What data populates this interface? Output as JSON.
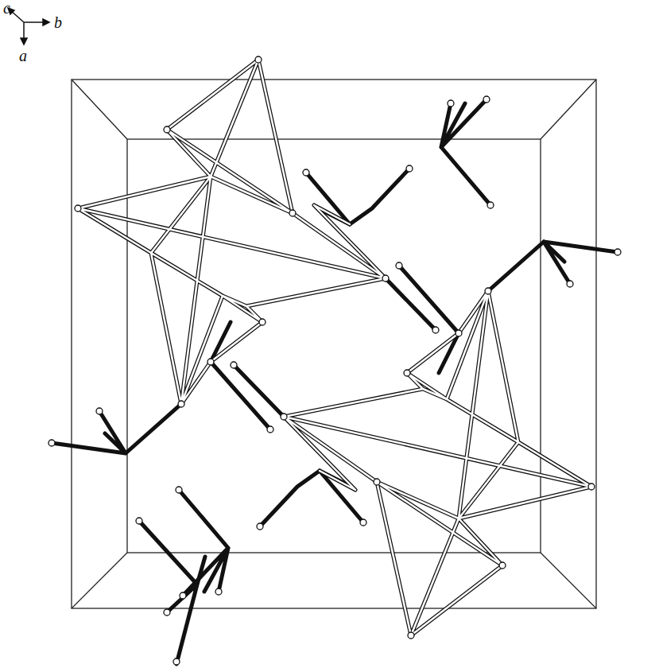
{
  "diagram": {
    "labels": [
      "c",
      "b",
      "a"
    ]
  }
}
